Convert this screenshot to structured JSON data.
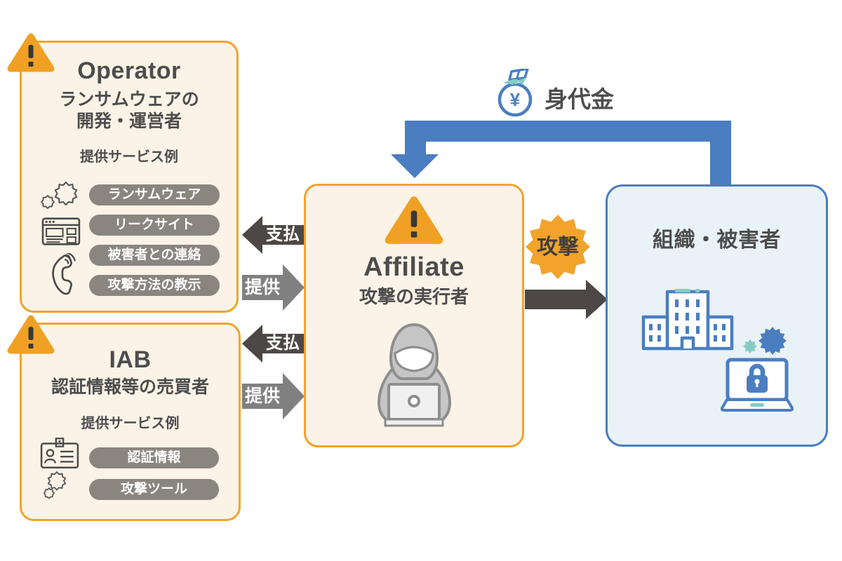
{
  "colors": {
    "orange": "#F2A32C",
    "cream_fill": "#FBF3E7",
    "blue": "#4A7EC0",
    "light_blue_fill": "#E9F2F6",
    "teal": "#85CCC5",
    "dark_text": "#4D4D4D",
    "arrow_dark": "#4D4845",
    "arrow_gray": "#808080",
    "pill_gray": "#8A857F"
  },
  "operator_box": {
    "title": "Operator",
    "subtitle_line1": "ランサムウェアの",
    "subtitle_line2": "開発・運営者",
    "services_heading": "提供サービス例",
    "service_pills": [
      "ランサムウェア",
      "リークサイト",
      "被害者との連絡",
      "攻撃方法の教示"
    ],
    "icons": [
      "warning-triangle-icon",
      "gears-icon",
      "browser-window-icon",
      "phone-icon"
    ]
  },
  "iab_box": {
    "title": "IAB",
    "subtitle": "認証情報等の売買者",
    "services_heading": "提供サービス例",
    "service_pills": [
      "認証情報",
      "攻撃ツール"
    ],
    "icons": [
      "warning-triangle-icon",
      "id-card-icon",
      "gears-icon"
    ]
  },
  "affiliate_box": {
    "title": "Affiliate",
    "subtitle": "攻撃の実行者",
    "icons": [
      "warning-triangle-icon",
      "hacker-icon"
    ]
  },
  "victim_box": {
    "title": "組織・被害者",
    "icons": [
      "building-icon",
      "malware-burst-icon",
      "locked-laptop-icon"
    ]
  },
  "flows": {
    "operator_payment": "支払",
    "operator_provide": "提供",
    "iab_payment": "支払",
    "iab_provide": "提供",
    "attack": "攻撃",
    "ransom": "身代金",
    "ransom_currency_symbol": "¥",
    "ransom_icon": "money-bag-icon"
  }
}
